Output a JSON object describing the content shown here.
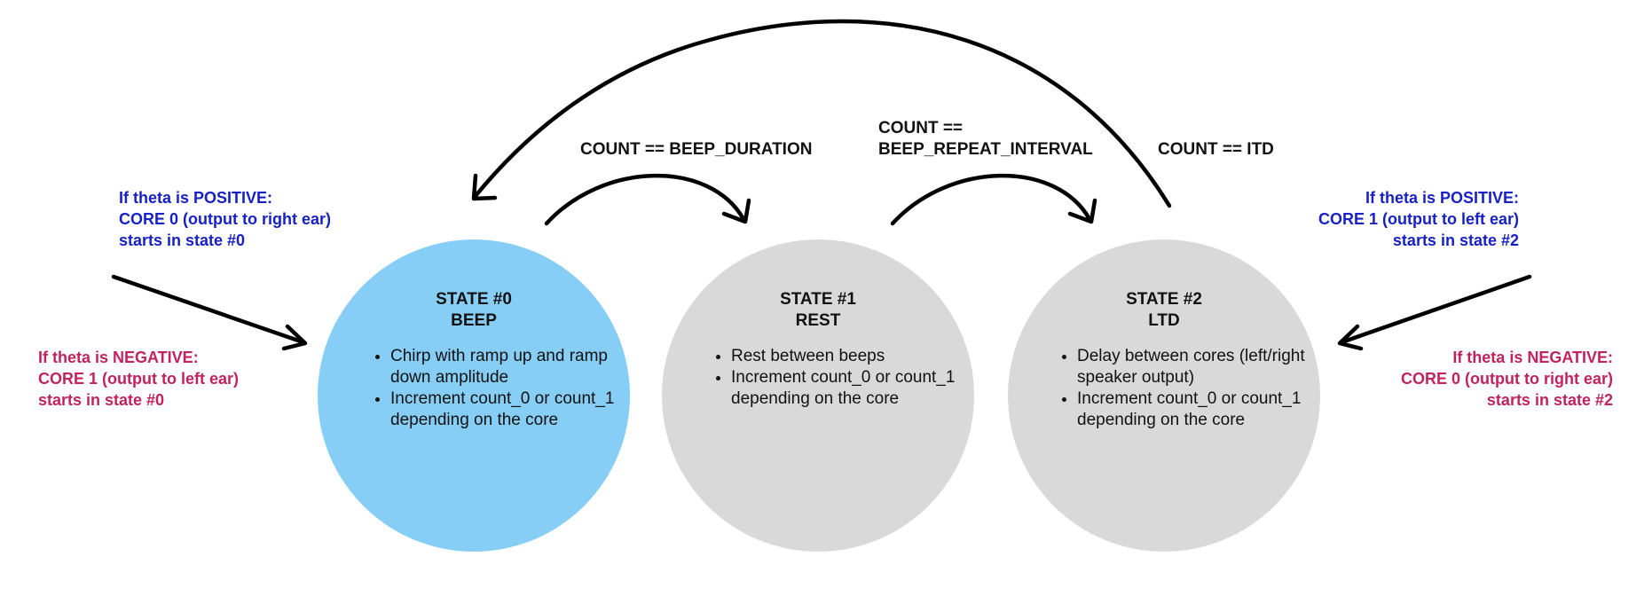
{
  "colors": {
    "state_active": "#87CEF7",
    "state_inactive": "#D9D9D9",
    "positive_text": "#1721C4",
    "negative_text": "#C2235F",
    "arrow": "#000000"
  },
  "states": [
    {
      "title": "STATE #0",
      "name": "BEEP",
      "bullets": [
        "Chirp with ramp up and ramp down amplitude",
        "Increment count_0 or count_1 depending on the core"
      ]
    },
    {
      "title": "STATE #1",
      "name": "REST",
      "bullets": [
        "Rest between beeps",
        "Increment count_0 or count_1 depending on the core"
      ]
    },
    {
      "title": "STATE #2",
      "name": "LTD",
      "bullets": [
        "Delay between cores (left/right speaker output)",
        "Increment count_0 or count_1 depending on the core"
      ]
    }
  ],
  "transitions": [
    {
      "label_lines": [
        "COUNT == BEEP_DURATION"
      ]
    },
    {
      "label_lines": [
        "COUNT ==",
        "BEEP_REPEAT_INTERVAL"
      ]
    },
    {
      "label_lines": [
        "COUNT == ITD"
      ]
    }
  ],
  "notes": {
    "left_positive": [
      "If theta is POSITIVE:",
      "CORE 0 (output to right ear)",
      "starts in state #0"
    ],
    "left_negative": [
      "If theta is NEGATIVE:",
      "CORE 1 (output to left ear)",
      "starts in state #0"
    ],
    "right_positive": [
      "If theta is POSITIVE:",
      "CORE 1 (output to left ear)",
      "starts in state #2"
    ],
    "right_negative": [
      "If theta is NEGATIVE:",
      "CORE 0 (output to right ear)",
      "starts in state #2"
    ]
  }
}
